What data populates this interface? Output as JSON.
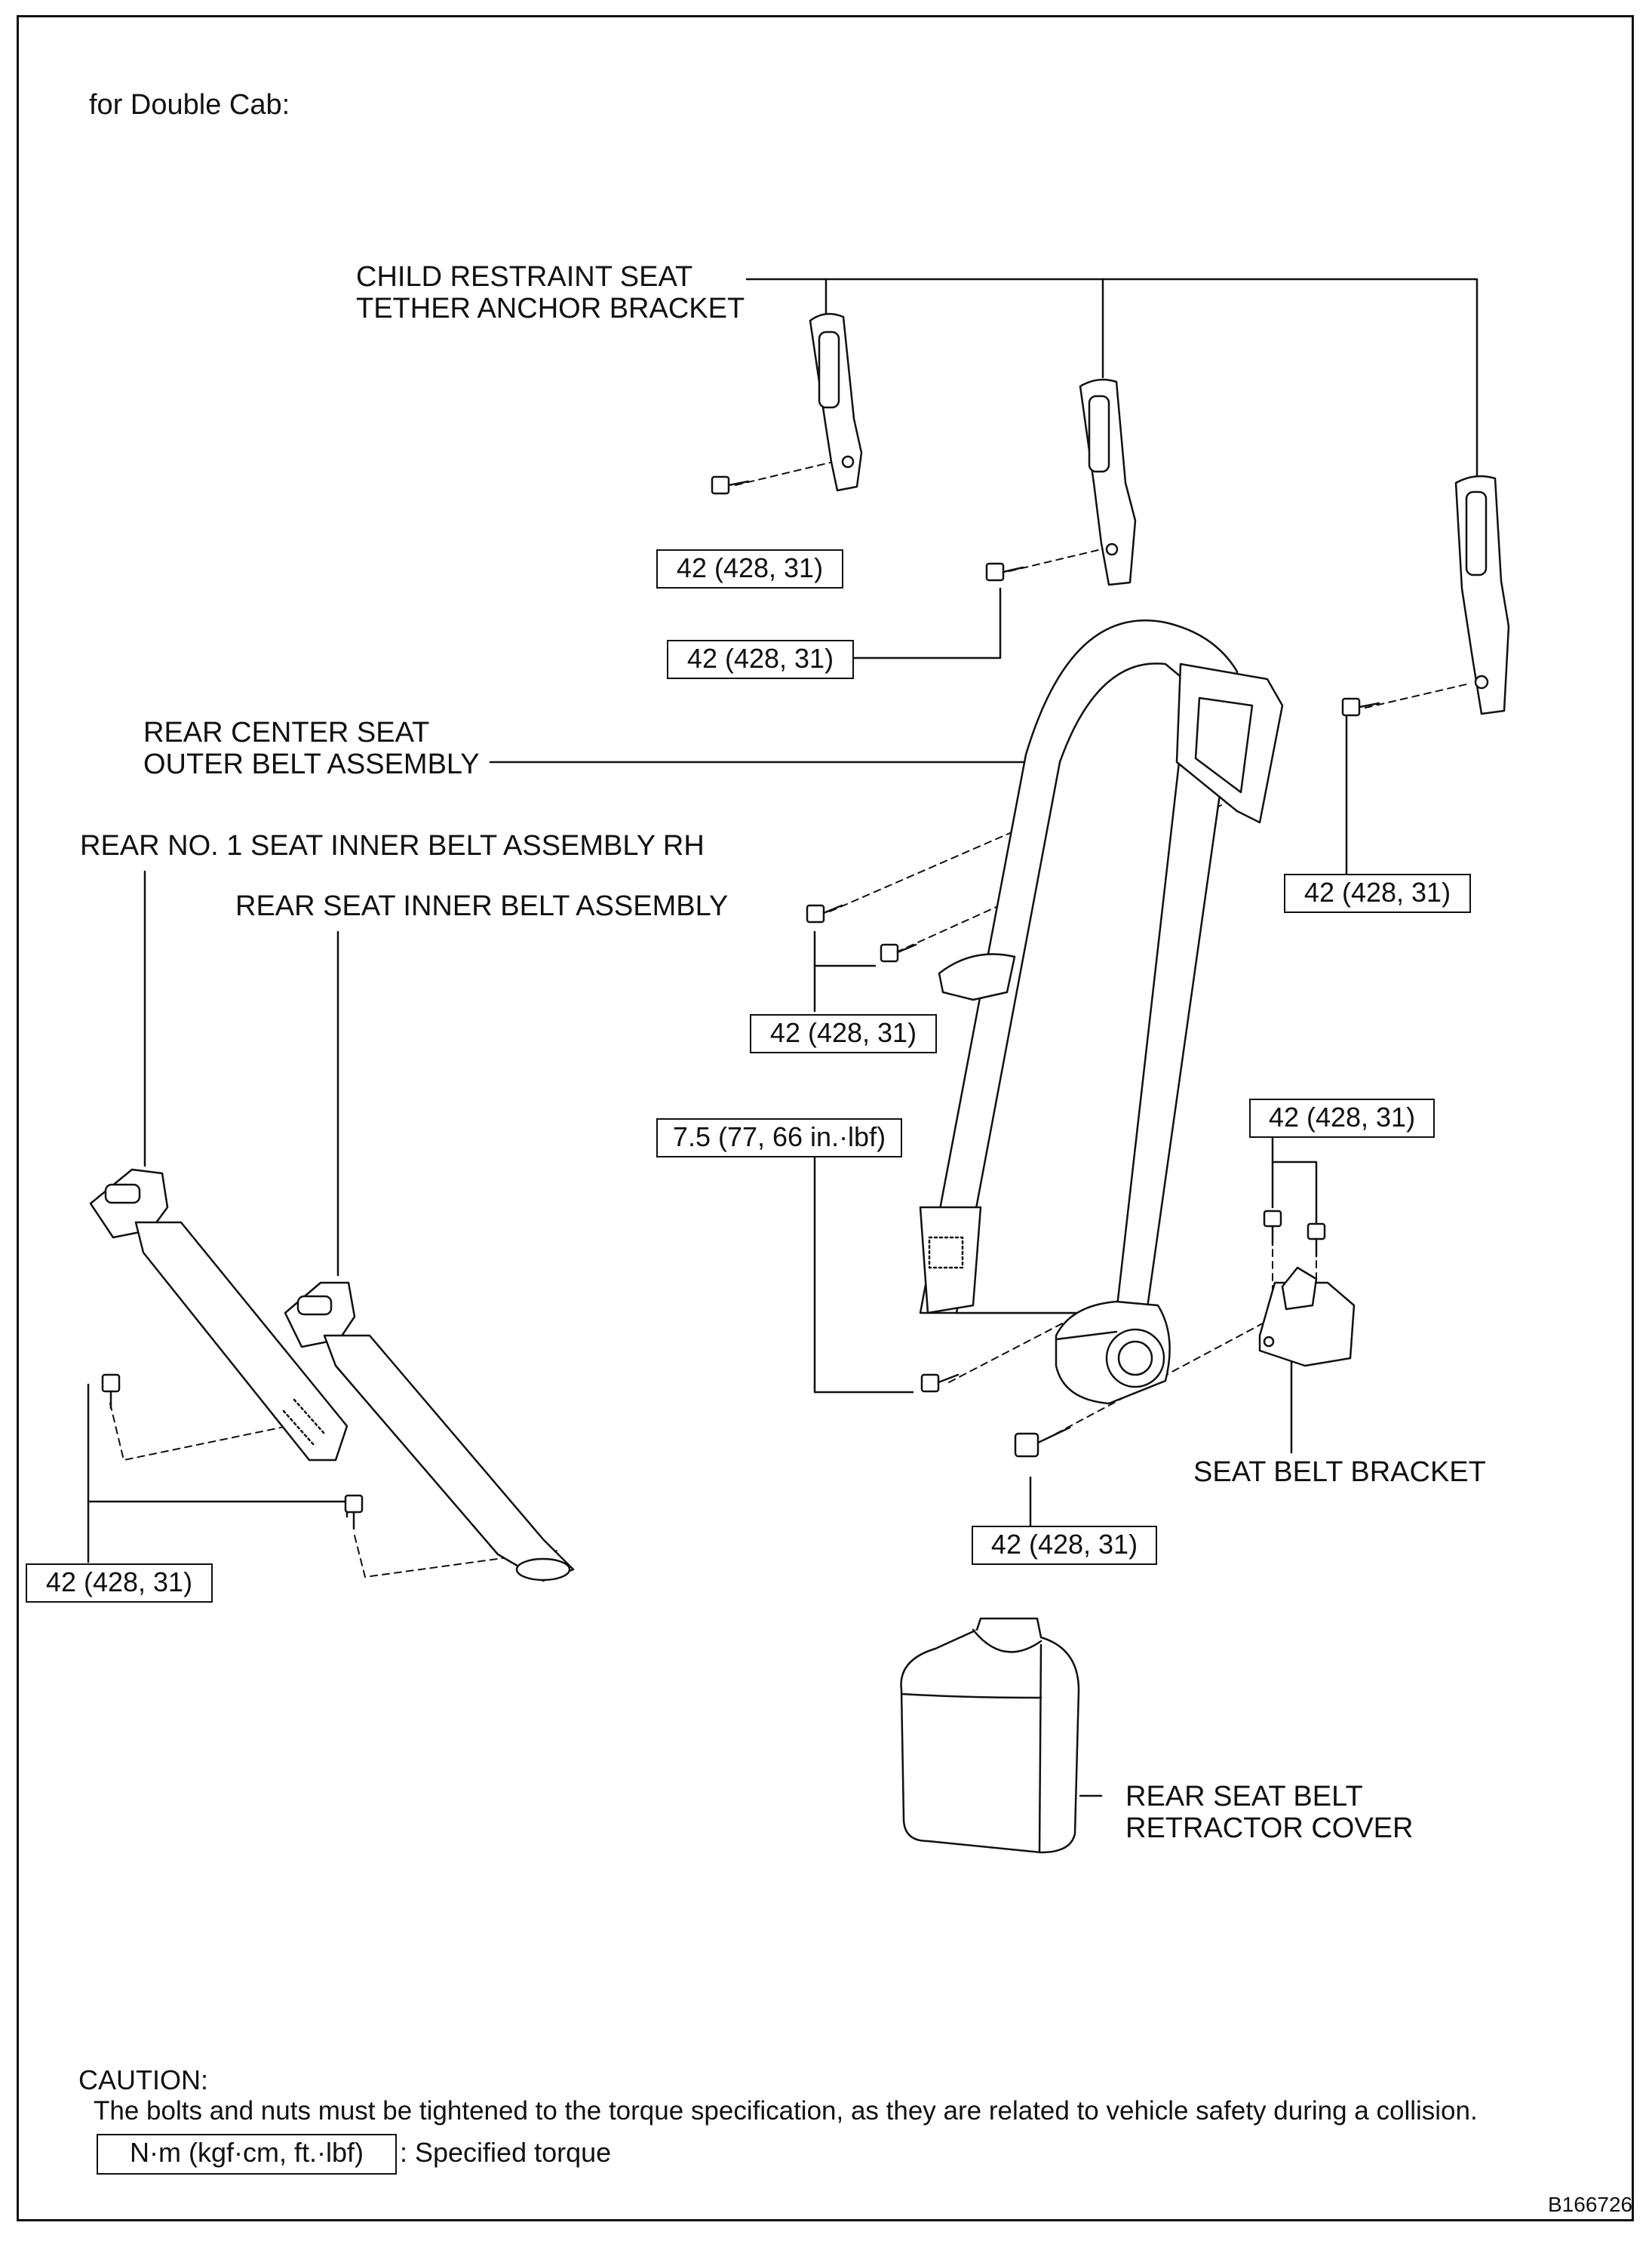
{
  "header": {
    "variant": "for Double Cab:"
  },
  "labels": {
    "child_restraint": [
      "CHILD RESTRAINT SEAT",
      "TETHER ANCHOR BRACKET"
    ],
    "rear_center": [
      "REAR CENTER SEAT",
      "OUTER BELT ASSEMBLY"
    ],
    "rear_no1": "REAR NO. 1 SEAT INNER BELT ASSEMBLY RH",
    "rear_inner": "REAR SEAT INNER BELT ASSEMBLY",
    "seat_belt_bracket": "SEAT BELT BRACKET",
    "retractor_cover": [
      "REAR SEAT BELT",
      "RETRACTOR COVER"
    ]
  },
  "torque": {
    "anchor_left": "42 (428, 31)",
    "anchor_mid": "42 (428, 31)",
    "anchor_right": "42 (428, 31)",
    "center_upper": "42 (428, 31)",
    "guide_bolt": "7.5 (77, 66 in.·lbf)",
    "bracket_top": "42 (428, 31)",
    "retractor_bolt": "42 (428, 31)",
    "inner_belts": "42 (428, 31)"
  },
  "caution": {
    "title": "CAUTION:",
    "text": "The bolts and nuts must be tightened to the torque specification, as they are related to vehicle safety during a collision."
  },
  "legend": {
    "unit": "N·m (kgf·cm, ft.·lbf)",
    "meaning": ": Specified torque"
  },
  "figure_id": "B166726"
}
